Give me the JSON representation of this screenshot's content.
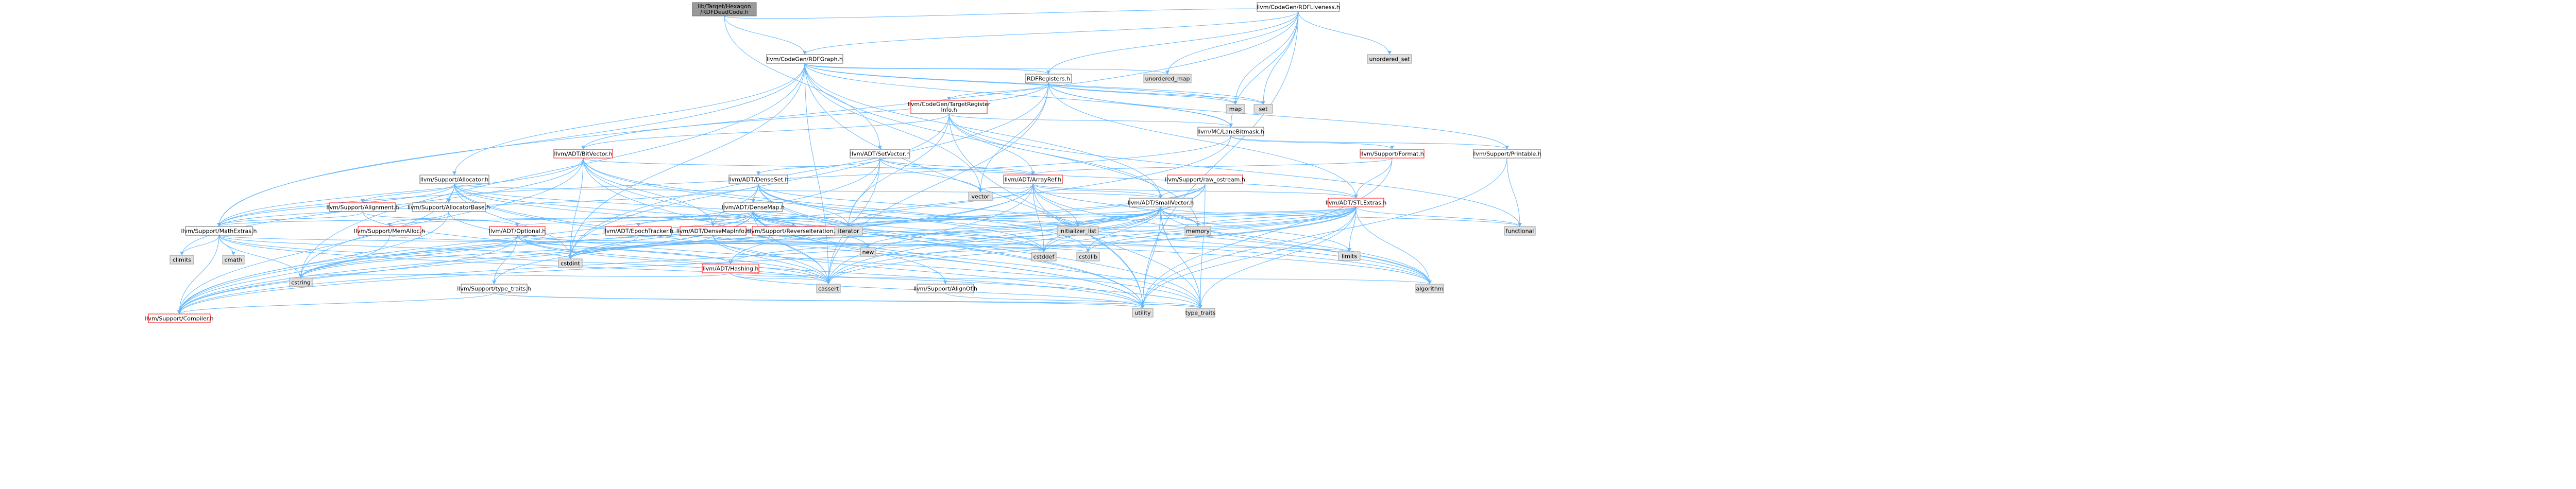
{
  "colors": {
    "root_fill": "#999999",
    "root_border": "#666666",
    "local_fill": "#ffffff",
    "local_border": "#666666",
    "truncated_border": "#ff0000",
    "system_fill": "#e0e0e0",
    "system_border": "#999999",
    "text": "#000000",
    "edge": "#63b8ff",
    "edge_dark": "#3a7fd6"
  },
  "root": {
    "label": "lib/Target/Hexagon/RDFDeadCode.h"
  },
  "nodes": [
    {
      "id": "rdflive",
      "label": "llvm/CodeGen/RDFLiveness.h",
      "kind": "local"
    },
    {
      "id": "rdfgraph",
      "label": "llvm/CodeGen/RDFGraph.h",
      "kind": "local"
    },
    {
      "id": "rdfregs",
      "label": "RDFRegisters.h",
      "kind": "local"
    },
    {
      "id": "targetreg",
      "label": "llvm/CodeGen/TargetRegisterInfo.h",
      "kind": "truncated"
    },
    {
      "id": "lanebitmask",
      "label": "llvm/MC/LaneBitmask.h",
      "kind": "local"
    },
    {
      "id": "setvector",
      "label": "llvm/ADT/SetVector.h",
      "kind": "local"
    },
    {
      "id": "bitvector",
      "label": "llvm/ADT/BitVector.h",
      "kind": "truncated"
    },
    {
      "id": "allocator",
      "label": "llvm/Support/Allocator.h",
      "kind": "local"
    },
    {
      "id": "format",
      "label": "llvm/Support/Format.h",
      "kind": "truncated"
    },
    {
      "id": "printable",
      "label": "llvm/Support/Printable.h",
      "kind": "local"
    },
    {
      "id": "arrayref",
      "label": "llvm/ADT/ArrayRef.h",
      "kind": "truncated"
    },
    {
      "id": "rawostream",
      "label": "llvm/Support/raw_ostream.h",
      "kind": "truncated"
    },
    {
      "id": "denseset",
      "label": "llvm/ADT/DenseSet.h",
      "kind": "local"
    },
    {
      "id": "smallvector",
      "label": "llvm/ADT/SmallVector.h",
      "kind": "local"
    },
    {
      "id": "stlextras",
      "label": "llvm/ADT/STLExtras.h",
      "kind": "truncated"
    },
    {
      "id": "alignment",
      "label": "llvm/Support/Alignment.h",
      "kind": "truncated"
    },
    {
      "id": "allocbase",
      "label": "llvm/Support/AllocatorBase.h",
      "kind": "local"
    },
    {
      "id": "densemap",
      "label": "llvm/ADT/DenseMap.h",
      "kind": "local"
    },
    {
      "id": "mathextras",
      "label": "llvm/Support/MathExtras.h",
      "kind": "local"
    },
    {
      "id": "memalloc",
      "label": "llvm/Support/MemAlloc.h",
      "kind": "truncated"
    },
    {
      "id": "optional",
      "label": "llvm/ADT/Optional.h",
      "kind": "truncated"
    },
    {
      "id": "epoch",
      "label": "llvm/ADT/EpochTracker.h",
      "kind": "truncated"
    },
    {
      "id": "densemapinfo",
      "label": "llvm/ADT/DenseMapInfo.h",
      "kind": "truncated"
    },
    {
      "id": "reverseiter",
      "label": "llvm/Support/ReverseIteration.h",
      "kind": "truncated"
    },
    {
      "id": "hashing",
      "label": "llvm/ADT/Hashing.h",
      "kind": "truncated"
    },
    {
      "id": "typetraits",
      "label": "llvm/Support/type_traits.h",
      "kind": "local"
    },
    {
      "id": "alignof",
      "label": "llvm/Support/AlignOf.h",
      "kind": "local"
    },
    {
      "id": "compiler",
      "label": "llvm/Support/Compiler.h",
      "kind": "truncated"
    },
    {
      "id": "unordered_set",
      "label": "unordered_set",
      "kind": "system"
    },
    {
      "id": "unordered_map",
      "label": "unordered_map",
      "kind": "system"
    },
    {
      "id": "map",
      "label": "map",
      "kind": "system"
    },
    {
      "id": "set",
      "label": "set",
      "kind": "system"
    },
    {
      "id": "vector",
      "label": "vector",
      "kind": "system"
    },
    {
      "id": "iterator",
      "label": "iterator",
      "kind": "system"
    },
    {
      "id": "initlist",
      "label": "initializer_list",
      "kind": "system"
    },
    {
      "id": "memory",
      "label": "memory",
      "kind": "system"
    },
    {
      "id": "functional",
      "label": "functional",
      "kind": "system"
    },
    {
      "id": "climits",
      "label": "climits",
      "kind": "system"
    },
    {
      "id": "cmath",
      "label": "cmath",
      "kind": "system"
    },
    {
      "id": "cstring",
      "label": "cstring",
      "kind": "system"
    },
    {
      "id": "cstdint",
      "label": "cstdint",
      "kind": "system"
    },
    {
      "id": "new",
      "label": "new",
      "kind": "system"
    },
    {
      "id": "cstddef",
      "label": "cstddef",
      "kind": "system"
    },
    {
      "id": "cstdlib",
      "label": "cstdlib",
      "kind": "system"
    },
    {
      "id": "limits",
      "label": "limits",
      "kind": "system"
    },
    {
      "id": "cassert",
      "label": "cassert",
      "kind": "system"
    },
    {
      "id": "algorithm",
      "label": "algorithm",
      "kind": "system"
    },
    {
      "id": "utility",
      "label": "utility",
      "kind": "system"
    },
    {
      "id": "type_traits",
      "label": "type_traits",
      "kind": "system"
    }
  ],
  "edges": [
    [
      "root",
      "rdflive"
    ],
    [
      "root",
      "rdfgraph"
    ],
    [
      "root",
      "setvector"
    ],
    [
      "rdflive",
      "rdfgraph"
    ],
    [
      "rdflive",
      "rdfregs"
    ],
    [
      "rdflive",
      "lanebitmask"
    ],
    [
      "rdflive",
      "map"
    ],
    [
      "rdflive",
      "set"
    ],
    [
      "rdflive",
      "unordered_set"
    ],
    [
      "rdflive",
      "unordered_map"
    ],
    [
      "rdflive",
      "mathextras"
    ],
    [
      "rdflive",
      "utility"
    ],
    [
      "rdfgraph",
      "rdfregs"
    ],
    [
      "rdfgraph",
      "smallvector"
    ],
    [
      "rdfgraph",
      "lanebitmask"
    ],
    [
      "rdfgraph",
      "allocator"
    ],
    [
      "rdfgraph",
      "mathextras"
    ],
    [
      "rdfgraph",
      "cassert"
    ],
    [
      "rdfgraph",
      "cstdint"
    ],
    [
      "rdfgraph",
      "cstring"
    ],
    [
      "rdfgraph",
      "map"
    ],
    [
      "rdfgraph",
      "memory"
    ],
    [
      "rdfgraph",
      "set"
    ],
    [
      "rdfgraph",
      "unordered_map"
    ],
    [
      "rdfgraph",
      "utility"
    ],
    [
      "rdfgraph",
      "vector"
    ],
    [
      "rdfregs",
      "bitvector"
    ],
    [
      "rdfregs",
      "stlextras"
    ],
    [
      "rdfregs",
      "targetreg"
    ],
    [
      "rdfregs",
      "lanebitmask"
    ],
    [
      "rdfregs",
      "printable"
    ],
    [
      "rdfregs",
      "cassert"
    ],
    [
      "rdfregs",
      "cstdint"
    ],
    [
      "rdfregs",
      "map"
    ],
    [
      "rdfregs",
      "set"
    ],
    [
      "rdfregs",
      "vector"
    ],
    [
      "targetreg",
      "arrayref"
    ],
    [
      "targetreg",
      "bitvector"
    ],
    [
      "targetreg",
      "smallvector"
    ],
    [
      "targetreg",
      "lanebitmask"
    ],
    [
      "targetreg",
      "functional"
    ],
    [
      "targetreg",
      "iterator"
    ],
    [
      "targetreg",
      "utility"
    ],
    [
      "targetreg",
      "cstdint"
    ],
    [
      "lanebitmask",
      "compiler"
    ],
    [
      "lanebitmask",
      "format"
    ],
    [
      "lanebitmask",
      "mathextras"
    ],
    [
      "lanebitmask",
      "printable"
    ],
    [
      "setvector",
      "arrayref"
    ],
    [
      "setvector",
      "denseset"
    ],
    [
      "setvector",
      "stlextras"
    ],
    [
      "setvector",
      "compiler"
    ],
    [
      "setvector",
      "cassert"
    ],
    [
      "setvector",
      "iterator"
    ],
    [
      "setvector",
      "vector"
    ],
    [
      "bitvector",
      "arrayref"
    ],
    [
      "bitvector",
      "densemapinfo"
    ],
    [
      "bitvector",
      "iterator_range"
    ],
    [
      "bitvector",
      "mathextras"
    ],
    [
      "bitvector",
      "algorithm"
    ],
    [
      "bitvector",
      "cassert"
    ],
    [
      "bitvector",
      "climits"
    ],
    [
      "bitvector",
      "cstdint"
    ],
    [
      "bitvector",
      "cstdlib"
    ],
    [
      "bitvector",
      "cstring"
    ],
    [
      "bitvector",
      "utility"
    ],
    [
      "allocator",
      "smallvector"
    ],
    [
      "allocator",
      "alignment"
    ],
    [
      "allocator",
      "allocbase"
    ],
    [
      "allocator",
      "compiler"
    ],
    [
      "allocator",
      "mathextras"
    ],
    [
      "allocator",
      "algorithm"
    ],
    [
      "allocator",
      "cassert"
    ],
    [
      "allocator",
      "cstddef"
    ],
    [
      "allocator",
      "cstdint"
    ],
    [
      "allocator",
      "iterator"
    ],
    [
      "allocator",
      "utility"
    ],
    [
      "format",
      "arrayref"
    ],
    [
      "format",
      "stlextras"
    ],
    [
      "format",
      "utility"
    ],
    [
      "format",
      "cstdio"
    ],
    [
      "printable",
      "functional"
    ],
    [
      "printable",
      "utility"
    ],
    [
      "arrayref",
      "hashing"
    ],
    [
      "arrayref",
      "smallvector"
    ],
    [
      "arrayref",
      "stlextras"
    ],
    [
      "arrayref",
      "compiler"
    ],
    [
      "arrayref",
      "algorithm"
    ],
    [
      "arrayref",
      "array"
    ],
    [
      "arrayref",
      "cassert"
    ],
    [
      "arrayref",
      "cstddef"
    ],
    [
      "arrayref",
      "initlist"
    ],
    [
      "arrayref",
      "iterator"
    ],
    [
      "arrayref",
      "memory"
    ],
    [
      "arrayref",
      "type_traits"
    ],
    [
      "arrayref",
      "vector"
    ],
    [
      "rawostream",
      "smallvector"
    ],
    [
      "rawostream",
      "cassert"
    ],
    [
      "rawostream",
      "cstddef"
    ],
    [
      "rawostream",
      "cstdint"
    ],
    [
      "rawostream",
      "cstring"
    ],
    [
      "rawostream",
      "type_traits"
    ],
    [
      "denseset",
      "densemap"
    ],
    [
      "denseset",
      "densemapinfo"
    ],
    [
      "denseset",
      "mathextras"
    ],
    [
      "denseset",
      "type_traits"
    ],
    [
      "denseset",
      "initlist"
    ],
    [
      "denseset",
      "iterator"
    ],
    [
      "denseset",
      "utility"
    ],
    [
      "denseset",
      "algorithm"
    ],
    [
      "denseset",
      "cstddef"
    ],
    [
      "smallvector",
      "compiler"
    ],
    [
      "smallvector",
      "type_traits"
    ],
    [
      "smallvector",
      "algorithm"
    ],
    [
      "smallvector",
      "cassert"
    ],
    [
      "smallvector",
      "cstddef"
    ],
    [
      "smallvector",
      "cstdint"
    ],
    [
      "smallvector",
      "cstdlib"
    ],
    [
      "smallvector",
      "cstring"
    ],
    [
      "smallvector",
      "functional"
    ],
    [
      "smallvector",
      "initlist"
    ],
    [
      "smallvector",
      "iterator"
    ],
    [
      "smallvector",
      "limits"
    ],
    [
      "smallvector",
      "memory"
    ],
    [
      "smallvector",
      "new"
    ],
    [
      "smallvector",
      "type_traits"
    ],
    [
      "smallvector",
      "utility"
    ],
    [
      "stlextras",
      "hashing"
    ],
    [
      "stlextras",
      "optional"
    ],
    [
      "stlextras",
      "compiler"
    ],
    [
      "stlextras",
      "algorithm"
    ],
    [
      "stlextras",
      "cassert"
    ],
    [
      "stlextras",
      "cstddef"
    ],
    [
      "stlextras",
      "cstdint"
    ],
    [
      "stlextras",
      "cstdlib"
    ],
    [
      "stlextras",
      "functional"
    ],
    [
      "stlextras",
      "initlist"
    ],
    [
      "stlextras",
      "iterator"
    ],
    [
      "stlextras",
      "limits"
    ],
    [
      "stlextras",
      "memory"
    ],
    [
      "stlextras",
      "tuple"
    ],
    [
      "stlextras",
      "type_traits"
    ],
    [
      "stlextras",
      "utility"
    ],
    [
      "alignment",
      "mathextras"
    ],
    [
      "alignment",
      "cassert"
    ],
    [
      "alignment",
      "optional"
    ],
    [
      "allocbase",
      "compiler"
    ],
    [
      "allocbase",
      "memalloc"
    ],
    [
      "allocbase",
      "type_traits"
    ],
    [
      "densemap",
      "densemapinfo"
    ],
    [
      "densemap",
      "epoch"
    ],
    [
      "densemap",
      "alignof"
    ],
    [
      "densemap",
      "compiler"
    ],
    [
      "densemap",
      "mathextras"
    ],
    [
      "densemap",
      "memalloc"
    ],
    [
      "densemap",
      "reverseiter"
    ],
    [
      "densemap",
      "typetraits"
    ],
    [
      "densemap",
      "algorithm"
    ],
    [
      "densemap",
      "cassert"
    ],
    [
      "densemap",
      "cstddef"
    ],
    [
      "densemap",
      "cstring"
    ],
    [
      "densemap",
      "initlist"
    ],
    [
      "densemap",
      "iterator"
    ],
    [
      "densemap",
      "new"
    ],
    [
      "densemap",
      "type_traits"
    ],
    [
      "densemap",
      "utility"
    ],
    [
      "mathextras",
      "compiler"
    ],
    [
      "mathextras",
      "cassert"
    ],
    [
      "mathextras",
      "climits"
    ],
    [
      "mathextras",
      "cmath"
    ],
    [
      "mathextras",
      "cstdint"
    ],
    [
      "mathextras",
      "cstring"
    ],
    [
      "mathextras",
      "limits"
    ],
    [
      "mathextras",
      "type_traits"
    ],
    [
      "memalloc",
      "compiler"
    ],
    [
      "memalloc",
      "cstdlib"
    ],
    [
      "optional",
      "hashing"
    ],
    [
      "optional",
      "compiler"
    ],
    [
      "optional",
      "typetraits"
    ],
    [
      "optional",
      "cassert"
    ],
    [
      "optional",
      "cstring"
    ],
    [
      "optional",
      "new"
    ],
    [
      "optional",
      "utility"
    ],
    [
      "epoch",
      "cstdint"
    ],
    [
      "densemapinfo",
      "cassert"
    ],
    [
      "densemapinfo",
      "cstddef"
    ],
    [
      "densemapinfo",
      "cstdint"
    ],
    [
      "densemapinfo",
      "tuple"
    ],
    [
      "densemapinfo",
      "utility"
    ],
    [
      "hashing",
      "algorithm"
    ],
    [
      "hashing",
      "cassert"
    ],
    [
      "hashing",
      "cstring"
    ],
    [
      "hashing",
      "string"
    ],
    [
      "hashing",
      "tuple"
    ],
    [
      "hashing",
      "utility"
    ],
    [
      "typetraits",
      "compiler"
    ],
    [
      "typetraits",
      "type_traits"
    ],
    [
      "typetraits",
      "utility"
    ],
    [
      "alignof",
      "type_traits"
    ]
  ]
}
